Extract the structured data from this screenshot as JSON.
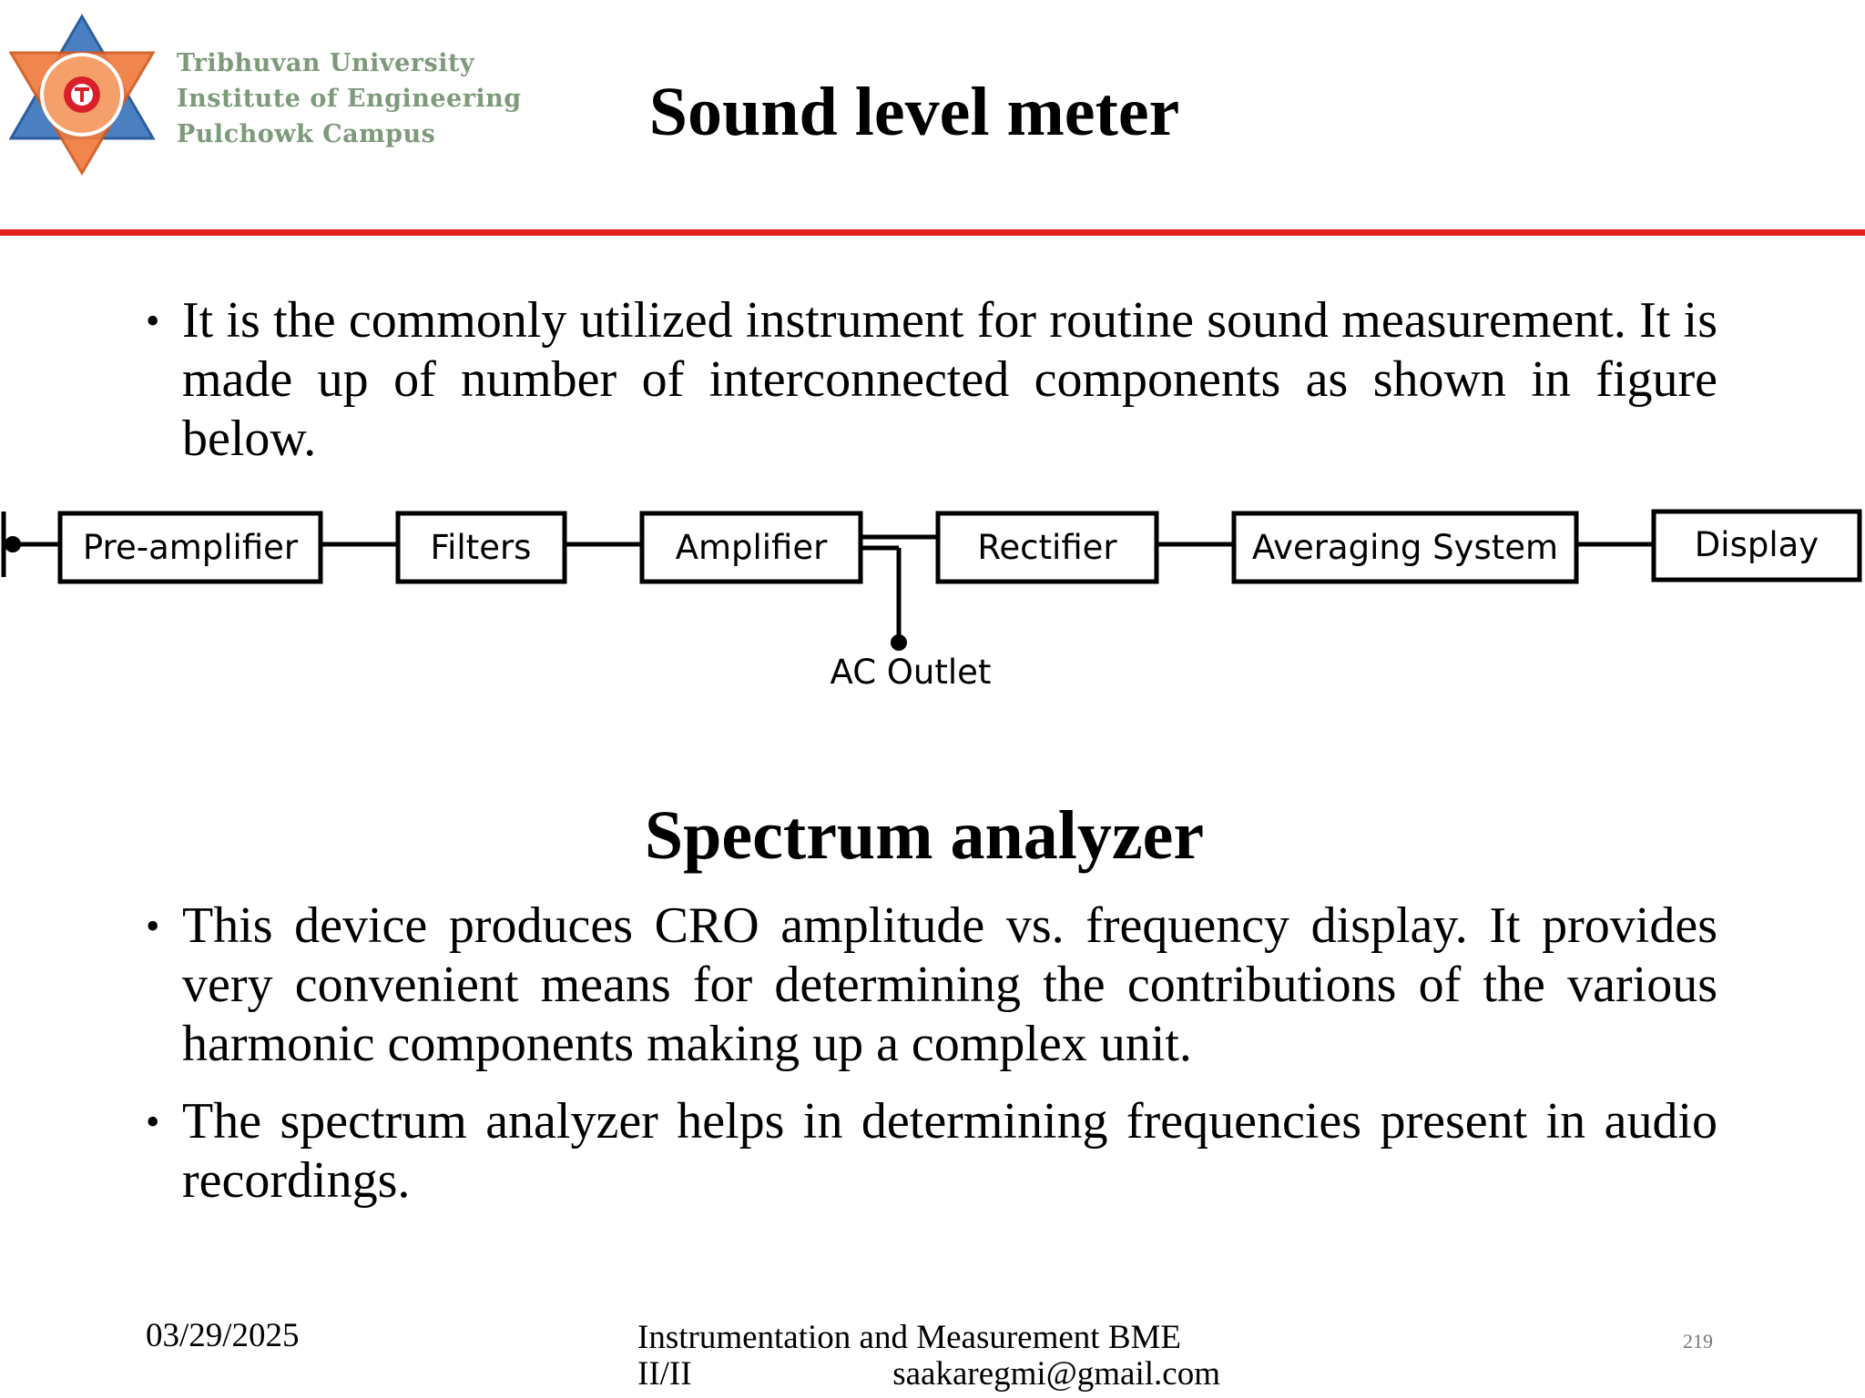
{
  "header": {
    "logo_lines": [
      "Tribhuvan University",
      "Institute of Engineering",
      "Pulchowk Campus"
    ],
    "title": "Sound level meter",
    "rule_color": "#e3201b"
  },
  "section1": {
    "bullet": "It is the commonly utilized instrument for routine sound measurement. It is made up of number of interconnected components as shown in figure below."
  },
  "diagram": {
    "blocks": [
      "Pre-amplifier",
      "Filters",
      "Amplifier",
      "Rectifier",
      "Averaging System",
      "Display"
    ],
    "branch_label": "AC Outlet"
  },
  "section2": {
    "title": "Spectrum analyzer",
    "bullets": [
      "This device produces CRO amplitude vs. frequency display. It provides very convenient means for determining the contributions of the various harmonic components making up a complex unit.",
      "The spectrum analyzer helps in determining frequencies present in audio recordings."
    ]
  },
  "footer": {
    "date": "03/29/2025",
    "course_line1": "Instrumentation and Measurement BME",
    "course_line2_left": "II/II",
    "course_line2_right": "saakaregmi@gmail.com",
    "page_number": "219"
  }
}
